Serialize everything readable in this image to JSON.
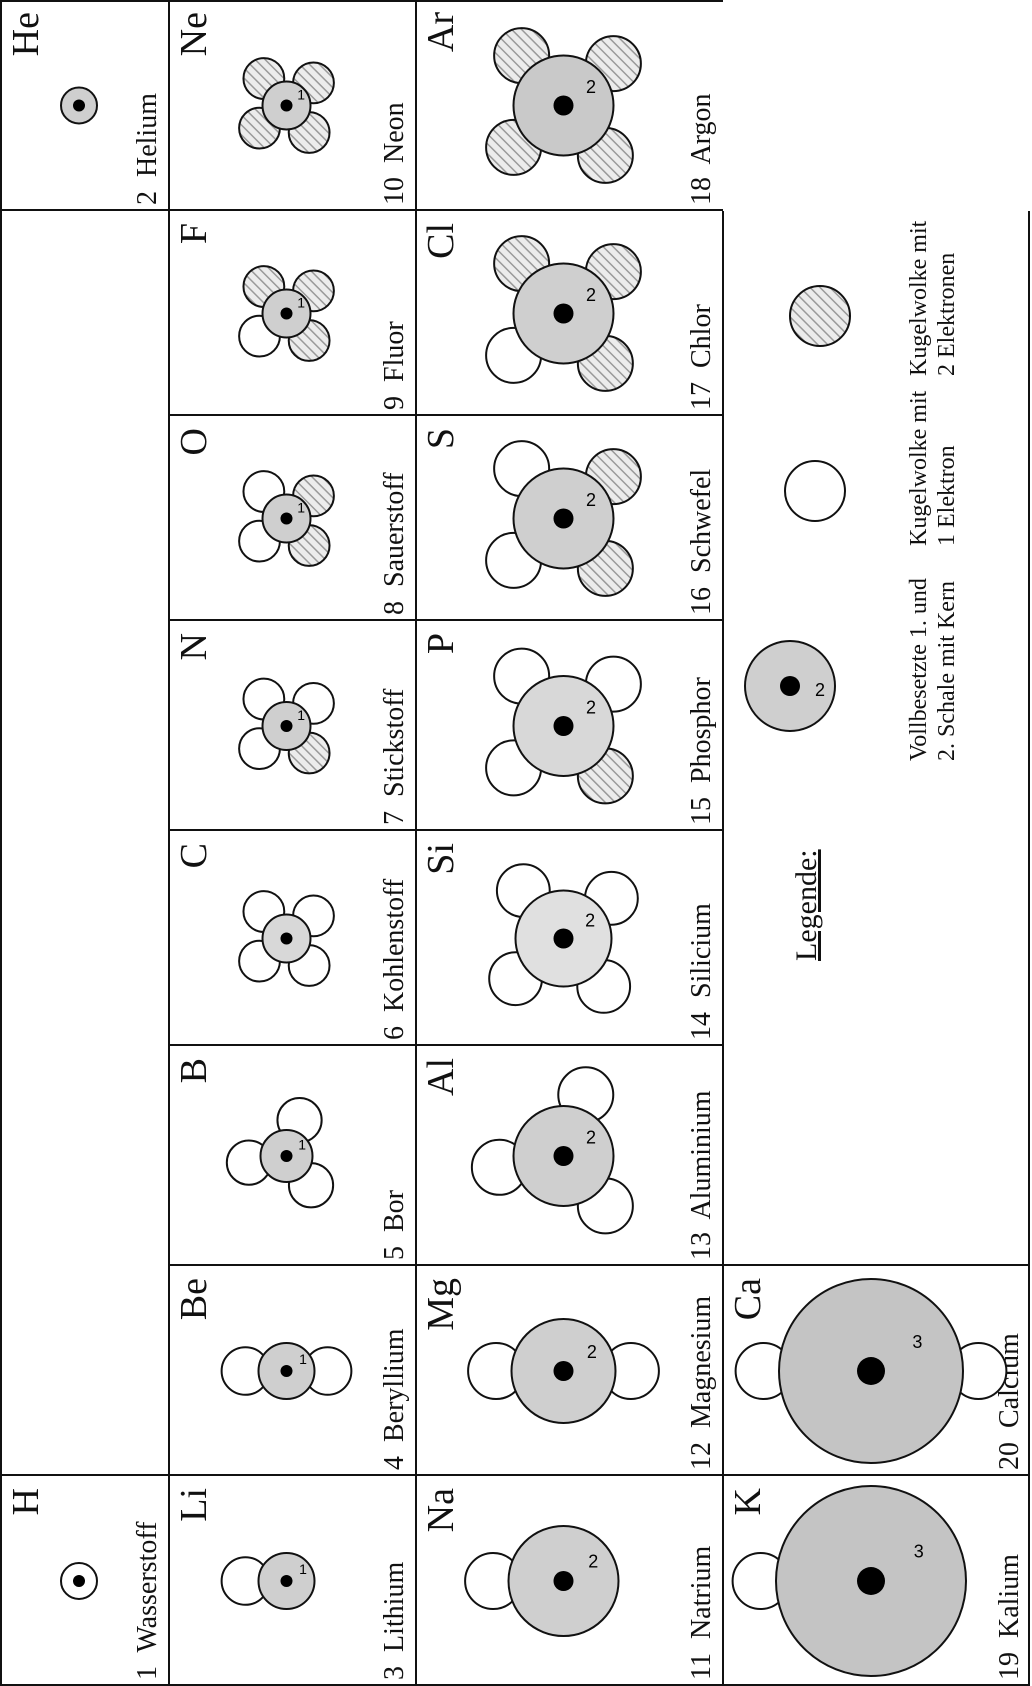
{
  "elements": [
    {
      "symbol": "H",
      "label": "1  Wasserstoff"
    },
    {
      "symbol": "He",
      "label": "2  Helium"
    },
    {
      "symbol": "Li",
      "label": "3  Lithium"
    },
    {
      "symbol": "Be",
      "label": "4  Beryllium"
    },
    {
      "symbol": "B",
      "label": "5  Bor"
    },
    {
      "symbol": "C",
      "label": "6  Kohlenstoff"
    },
    {
      "symbol": "N",
      "label": "7  Stickstoff"
    },
    {
      "symbol": "O",
      "label": "8  Sauerstoff"
    },
    {
      "symbol": "F",
      "label": "9  Fluor"
    },
    {
      "symbol": "Ne",
      "label": "10  Neon"
    },
    {
      "symbol": "Na",
      "label": "11  Natrium"
    },
    {
      "symbol": "Mg",
      "label": "12  Magnesium"
    },
    {
      "symbol": "Al",
      "label": "13  Aluminium"
    },
    {
      "symbol": "Si",
      "label": "14  Silicium"
    },
    {
      "symbol": "P",
      "label": "15  Phosphor"
    },
    {
      "symbol": "S",
      "label": "16  Schwefel"
    },
    {
      "symbol": "Cl",
      "label": "17  Chlor"
    },
    {
      "symbol": "Ar",
      "label": "18  Argon"
    },
    {
      "symbol": "K",
      "label": "19  Kalium"
    },
    {
      "symbol": "Ca",
      "label": "20  Calcium"
    }
  ],
  "shell_numbers": {
    "first": "1",
    "second": "2",
    "third": "3"
  },
  "legend": {
    "title": "Legende:",
    "core_line1": "Vollbesetzte 1. und",
    "core_line2": "2. Schale mit Kern",
    "single_line1": "Kugelwolke mit",
    "single_line2": "1 Elektron",
    "double_line1": "Kugelwolke  mit",
    "double_line2": "2 Elektronen"
  },
  "colors": {
    "line": "#111111",
    "core": "#cfcfcf",
    "core_dark": "#bdbdbd",
    "hatch": "#9a9a9a",
    "nucleus": "#000000",
    "single_cloud": "#ffffff"
  }
}
